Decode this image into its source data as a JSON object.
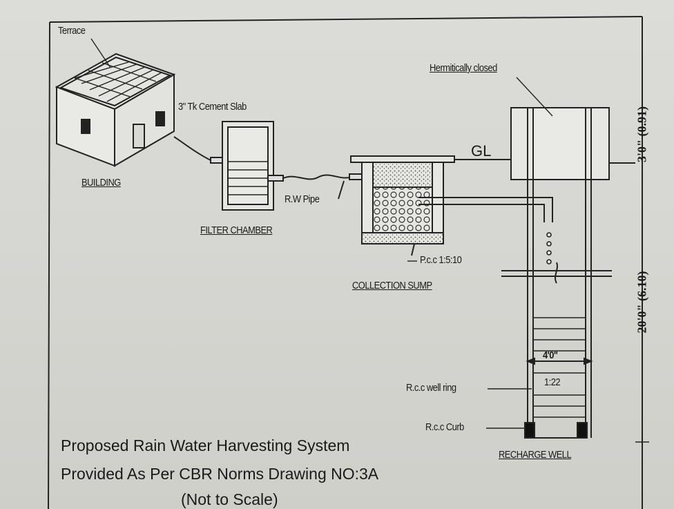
{
  "labels": {
    "terrace": "Terrace",
    "slab": "3\" Tk Cement Slab",
    "building": "BUILDING",
    "filter_chamber": "FILTER CHAMBER",
    "rw_pipe": "R.W Pipe",
    "collection_sump": "COLLECTION SUMP",
    "pcc": "P.c.c 1:5:10",
    "gl": "GL",
    "hermitically_closed": "Hermitically closed",
    "recharge_well": "RECHARGE  WELL",
    "rcc_well_ring": "R.c.c well ring",
    "rcc_curb": "R.c.c Curb",
    "well_dia": "4'0\"",
    "ratio": "1:22"
  },
  "dimensions": {
    "top_depth": "3'0\" (0.91)",
    "well_depth": "20'0\" (6.10)"
  },
  "caption": {
    "line1": "Proposed Rain Water Harvesting System",
    "line2": "Provided As Per CBR Norms Drawing NO:3A",
    "line3": "(Not to Scale)"
  }
}
